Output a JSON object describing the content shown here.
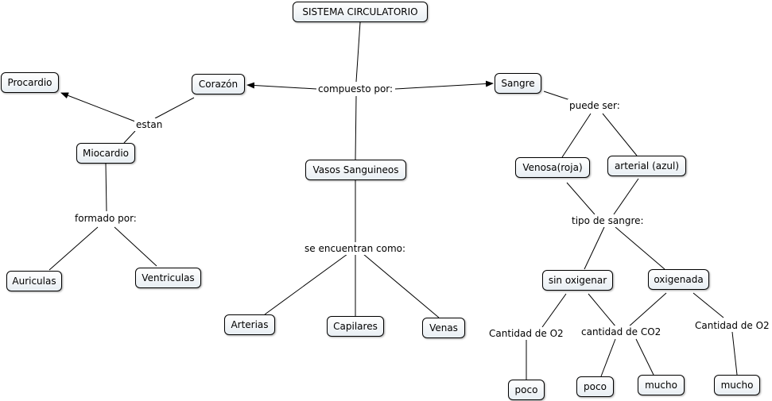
{
  "concepts": {
    "sistema": "SISTEMA CIRCULATORIO",
    "corazon": "Corazón",
    "sangre": "Sangre",
    "procardio": "Procardio",
    "miocardio": "Miocardio",
    "vasos": "Vasos Sanguineos",
    "venosa": "Venosa(roja)",
    "arterial": "arterial (azul)",
    "auriculas": "Auriculas",
    "ventriculas": "Ventriculas",
    "arterias": "Arterias",
    "capilares": "Capilares",
    "venas": "Venas",
    "sin_oxigenar": "sin oxigenar",
    "oxigenada": "oxigenada",
    "poco_1": "poco",
    "poco_2": "poco",
    "mucho_1": "mucho",
    "mucho_2": "mucho"
  },
  "phrases": {
    "compuesto": "compuesto por:",
    "puede_ser": "puede ser:",
    "estan": "estan",
    "formado": "formado por:",
    "tipo": "tipo de sangre:",
    "encuentran": "se encuentran como:",
    "cantidad_o2_1": "Cantidad de O2",
    "cantidad_co2": "cantidad de CO2",
    "cantidad_o2_2": "Cantidad de O2"
  }
}
